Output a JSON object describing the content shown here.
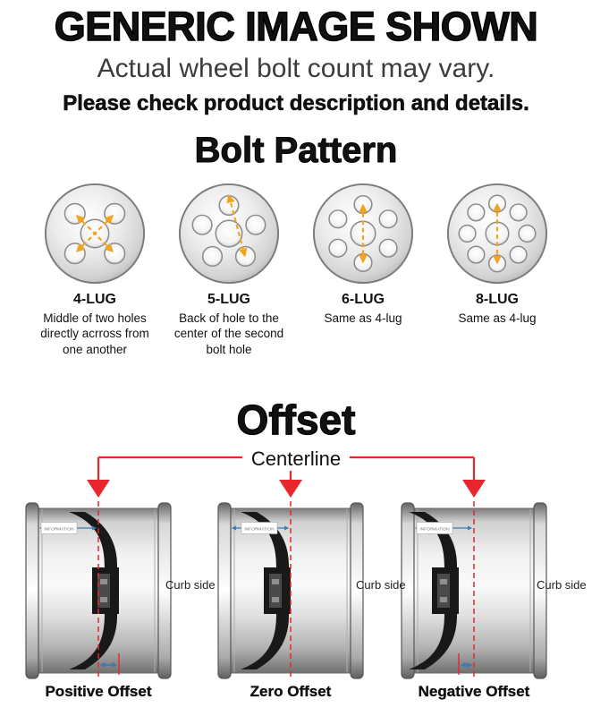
{
  "header": {
    "title": "GENERIC IMAGE SHOWN",
    "subtitle": "Actual wheel bolt count may vary.",
    "note": "Please check product description and details."
  },
  "bolt_pattern": {
    "title": "Bolt Pattern",
    "items": [
      {
        "label": "4-LUG",
        "description": "Middle of two holes directly acrross from one another"
      },
      {
        "label": "5-LUG",
        "description": "Back of hole to the center of the second bolt hole"
      },
      {
        "label": "6-LUG",
        "description": "Same as 4-lug"
      },
      {
        "label": "8-LUG",
        "description": "Same as 4-lug"
      }
    ]
  },
  "offset": {
    "title": "Offset",
    "centerline_label": "Centerline",
    "curb_side": "Curb side",
    "barrel_tag": "INFORMATION",
    "items": [
      {
        "label": "Positive Offset"
      },
      {
        "label": "Zero Offset"
      },
      {
        "label": "Negative Offset"
      }
    ]
  },
  "colors": {
    "centerline_red": "#e8262b",
    "measure_blue": "#3b79b5",
    "guide_orange": "#f2a41d",
    "wheel_dark": "#191919"
  }
}
